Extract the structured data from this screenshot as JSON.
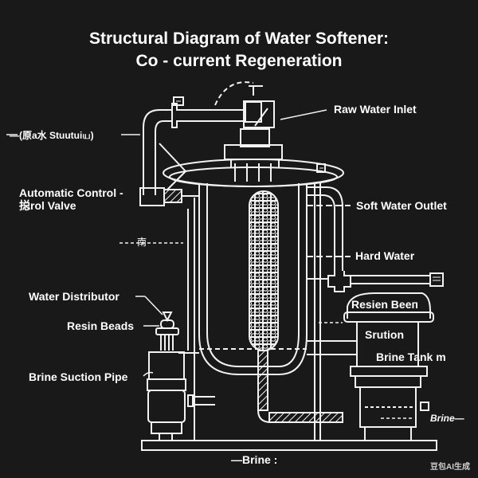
{
  "title": {
    "line1": "Structural Diagram of Water Softener:",
    "line2": "Co - current Regeneration"
  },
  "labels": {
    "raw_water_inlet": "Raw Water Inlet",
    "structure": "—(原a水 Stuutuiய)",
    "automatic_control_line1": "Automatic Control -",
    "automatic_control_line2": "搃rol Valve",
    "soft_water_outlet": "Soft Water Outlet",
    "hard_water": "Hard Water",
    "resin_bed": "Resien Beeᴨ",
    "solution": "Srution",
    "brine_tank": "Brine Tank  m",
    "water_distributor": "Water Distributor",
    "resin_beads": "Resin Beads",
    "brine_suction_pipe": "Brine Suction Pipe",
    "brine_bottom": "—Brine :",
    "brine_right": "Brine—",
    "mark_left": "南",
    "mark_box": "日"
  },
  "watermark": "豆包AI生成",
  "colors": {
    "background": "#1a1919",
    "line": "#f2f2f2",
    "text": "#ffffff"
  }
}
